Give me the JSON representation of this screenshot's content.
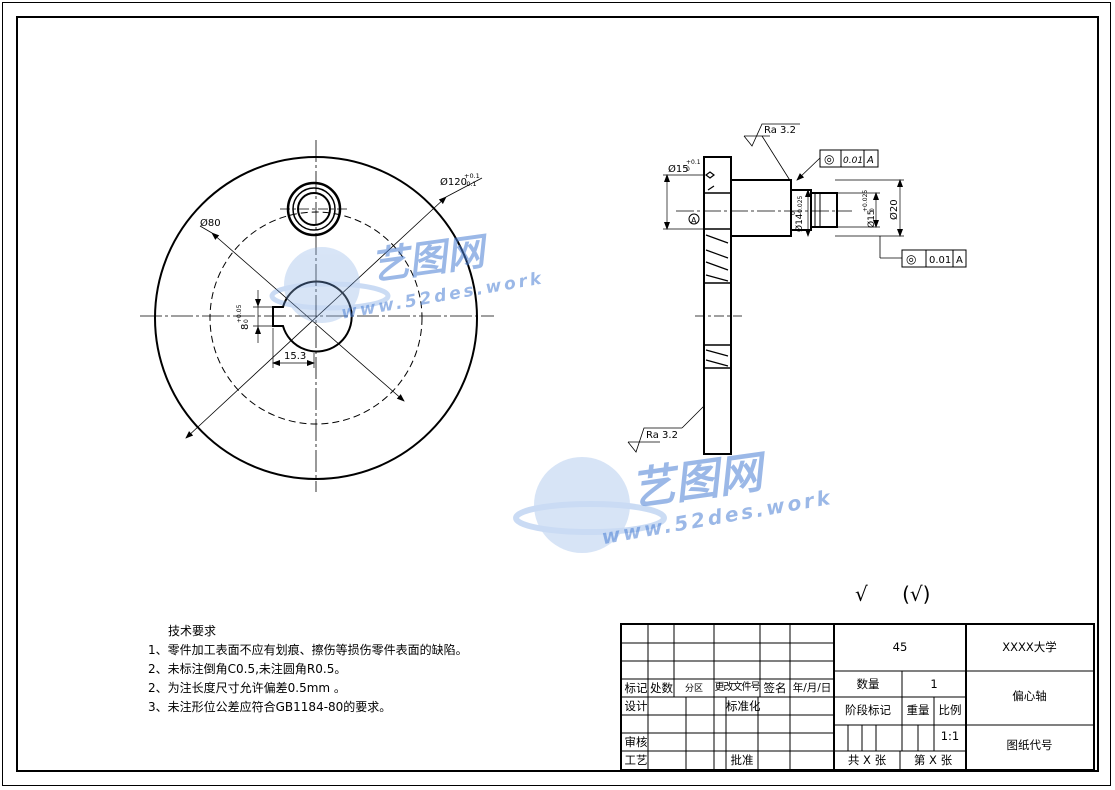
{
  "drawing": {
    "dims": {
      "phi80": "Ø80",
      "phi120": "Ø120",
      "phi120_tol_upper": "+0.1",
      "phi120_tol_lower": "-0.1",
      "keyway_width": "8",
      "keyway_tol_upper": "+0.05",
      "keyway_tol_lower": "0",
      "keyway_depth": "15.3",
      "phi15_left": "Ø15",
      "phi15_left_tol_upper": "+0.1",
      "phi15_left_tol_lower": "0",
      "phi14": "Ø14",
      "phi14_tol_upper": "0",
      "phi14_tol_lower": "-0.025",
      "phi15_right": "Ø15",
      "phi15_right_tol_upper": "+0.025",
      "phi15_right_tol_lower": "0",
      "phi20": "Ø20"
    },
    "roughness_top": "Ra 3.2",
    "roughness_bottom": "Ra 3.2",
    "tolerance_frames": [
      {
        "symbol": "◎",
        "value": "0.01",
        "datum": "A"
      },
      {
        "symbol": "◎",
        "value": "0.01",
        "datum": "A"
      }
    ],
    "datum_label": "A",
    "roughness_symbol": "√",
    "roughness_symbol_paren": "(√)"
  },
  "watermark": {
    "brand": "艺图网",
    "url": "www.52des.work"
  },
  "tech_requirements": {
    "title": "技术要求",
    "items": [
      "1、零件加工表面不应有划痕、擦伤等损伤零件表面的缺陷。",
      "2、未标注倒角C0.5,未注圆角R0.5。",
      "2、为注长度尺寸允许偏差0.5mm 。",
      "3、未注形位公差应符合GB1184-80的要求。"
    ]
  },
  "title_block": {
    "header_labels": [
      "标记",
      "处数",
      "分区",
      "更改文件号",
      "签名",
      "年/月/日"
    ],
    "design": "设计",
    "standardize": "标准化",
    "review": "审核",
    "process": "工艺",
    "approve": "批准",
    "material": "45",
    "quantity_label": "数量",
    "quantity": "1",
    "stage_label": "阶段标记",
    "weight_label": "重量",
    "scale_label": "比例",
    "scale": "1:1",
    "sheets_total": "共 X 张",
    "sheet_no": "第 X 张",
    "school": "XXXX大学",
    "part_name": "偏心轴",
    "drawing_no": "图纸代号"
  }
}
